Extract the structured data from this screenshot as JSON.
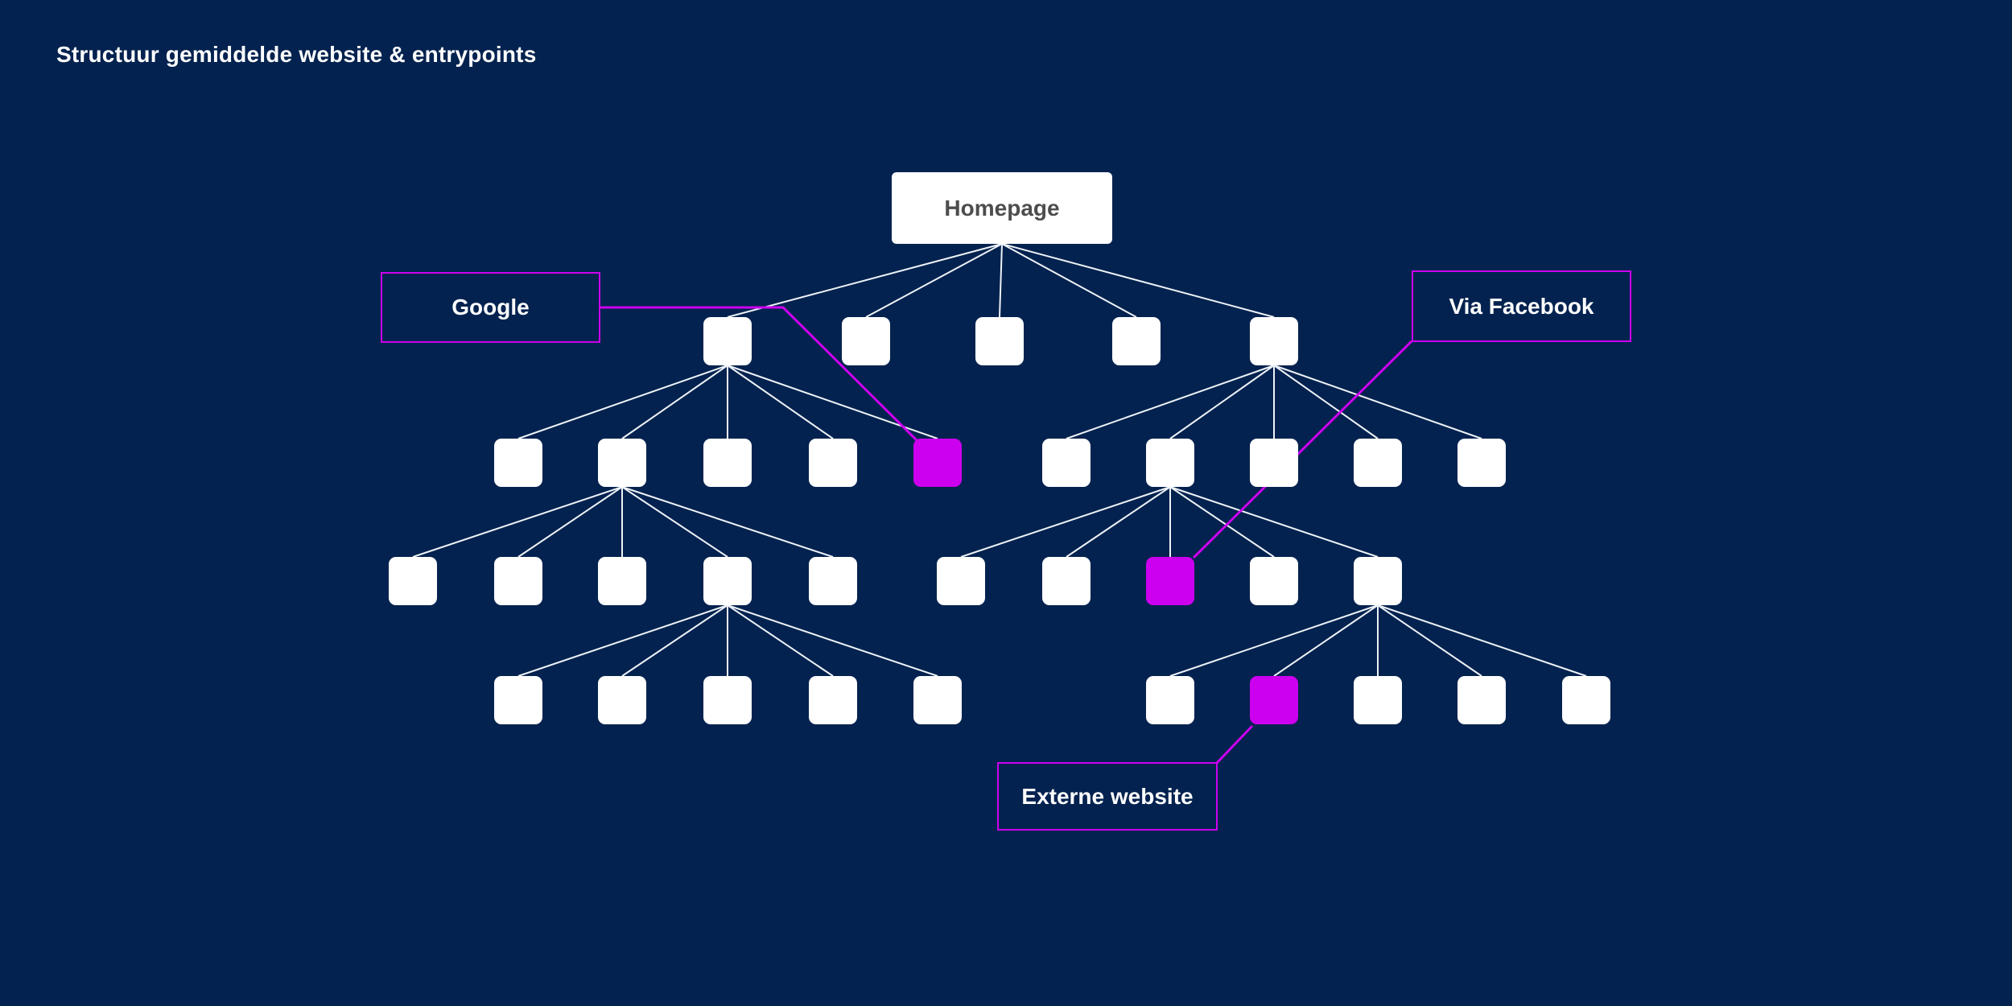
{
  "title": "Structuur gemiddelde website & entrypoints",
  "colors": {
    "background": "#03224f",
    "accent_magenta": "#cc00ee",
    "node_fill": "#ffffff",
    "edge": "#eef2f7",
    "homepage_text": "#4d4d4d"
  },
  "nodes": {
    "homepage": "Homepage"
  },
  "structure": {
    "root": "Homepage",
    "levels": [
      {
        "level": 1,
        "node_count": 5,
        "highlighted_count": 0
      },
      {
        "level": 2,
        "node_count": 10,
        "highlighted_count": 1
      },
      {
        "level": 3,
        "node_count": 10,
        "highlighted_count": 1
      },
      {
        "level": 4,
        "node_count": 10,
        "highlighted_count": 1
      }
    ],
    "entrypoints": [
      {
        "label": "Google",
        "target_level": 2
      },
      {
        "label": "Via Facebook",
        "target_level": 3
      },
      {
        "label": "Externe website",
        "target_level": 4
      }
    ]
  }
}
